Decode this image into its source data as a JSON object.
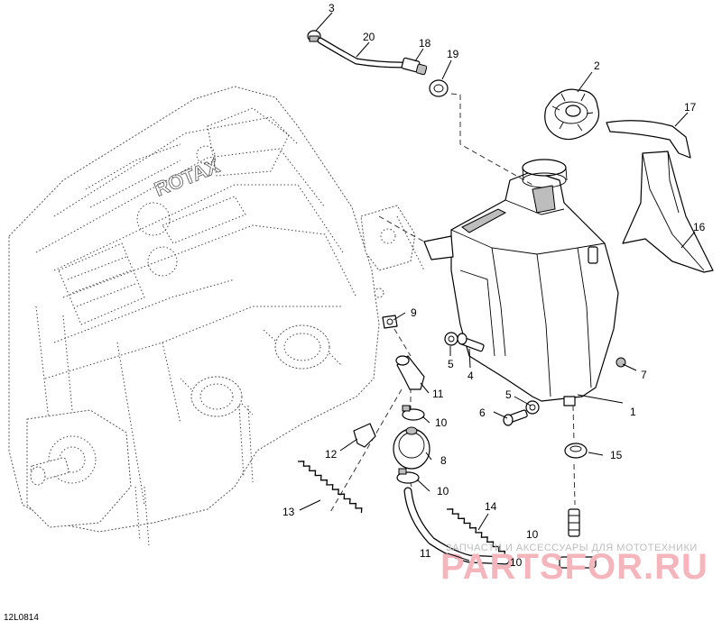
{
  "diagram": {
    "doc_code": "12L0814",
    "engine_logo": "ROTAX",
    "callouts": [
      "1",
      "2",
      "3",
      "4",
      "5",
      "5",
      "6",
      "7",
      "8",
      "9",
      "10",
      "10",
      "10",
      "10",
      "11",
      "11",
      "12",
      "13",
      "14",
      "15",
      "16",
      "17",
      "18",
      "19",
      "20"
    ],
    "watermark": {
      "line1": "ЗАПЧАСТИ И АКСЕССУАРЫ ДЛЯ МОТОТЕХНИКИ",
      "line2": "PARTSFOR.RU",
      "color": "#f4b6bc"
    }
  }
}
